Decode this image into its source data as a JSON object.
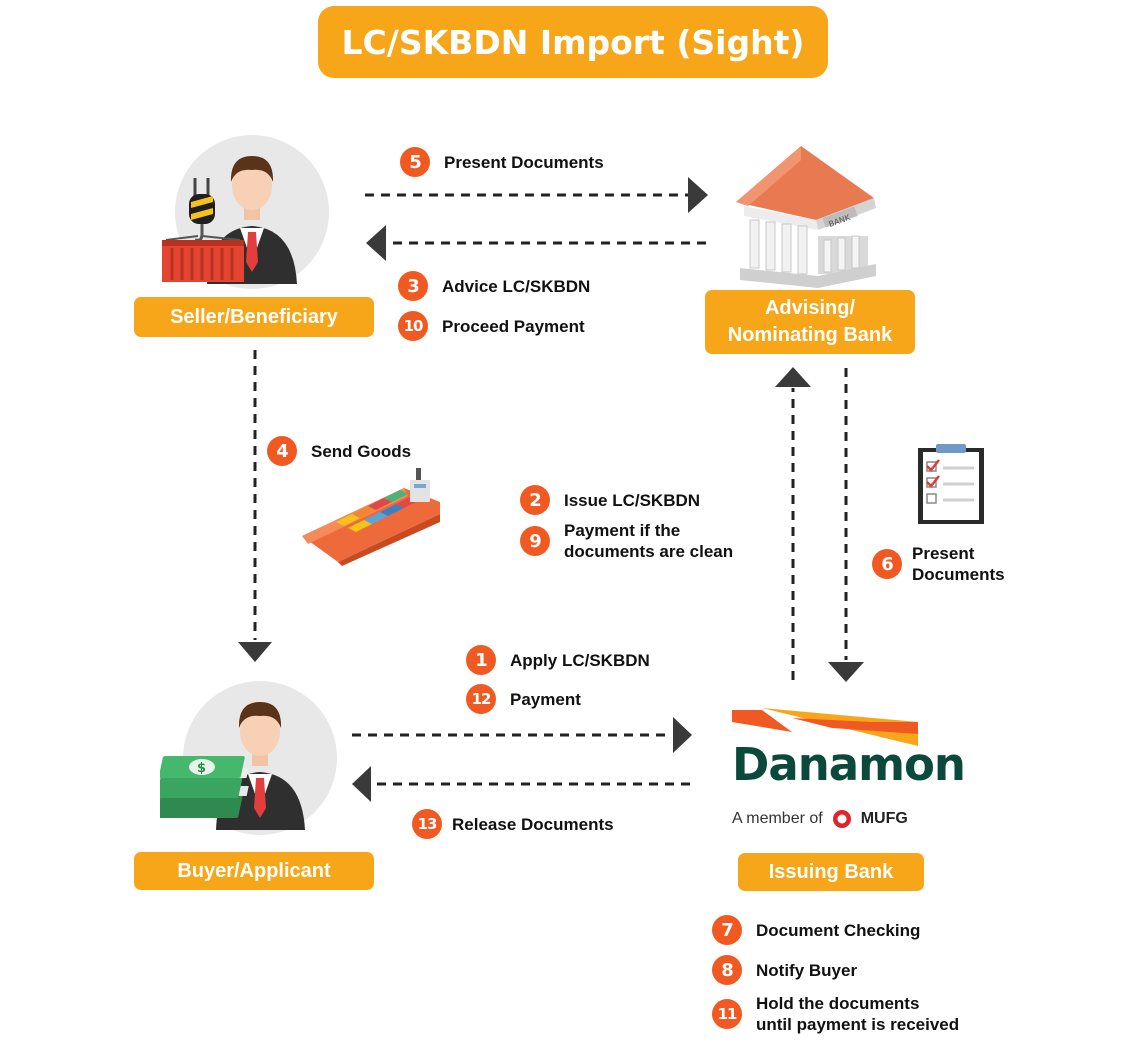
{
  "title": "LC/SKBDN Import (Sight)",
  "roles": {
    "seller": "Seller/Beneficiary",
    "advising_line1": "Advising/",
    "advising_line2": "Nominating Bank",
    "buyer": "Buyer/Applicant",
    "issuing": "Issuing Bank"
  },
  "steps": {
    "s1": {
      "num": "1",
      "label": "Apply LC/SKBDN"
    },
    "s2": {
      "num": "2",
      "label": "Issue LC/SKBDN"
    },
    "s3": {
      "num": "3",
      "label": "Advice LC/SKBDN"
    },
    "s4": {
      "num": "4",
      "label": "Send Goods"
    },
    "s5": {
      "num": "5",
      "label": "Present Documents"
    },
    "s6": {
      "num": "6",
      "line1": "Present",
      "line2": "Documents"
    },
    "s7": {
      "num": "7",
      "label": "Document Checking"
    },
    "s8": {
      "num": "8",
      "label": "Notify Buyer"
    },
    "s9": {
      "num": "9",
      "line1": "Payment if the",
      "line2": "documents are clean"
    },
    "s10": {
      "num": "10",
      "label": "Proceed Payment"
    },
    "s11": {
      "num": "11",
      "line1": "Hold the documents",
      "line2": "until payment is received"
    },
    "s12": {
      "num": "12",
      "label": "Payment"
    },
    "s13": {
      "num": "13",
      "label": "Release Documents"
    }
  },
  "logo": {
    "name": "Danamon",
    "member_text": "A member of",
    "group": "MUFG",
    "bank_sign": "BANK",
    "money_symbol": "$"
  },
  "icons": [
    "seller-avatar-icon",
    "crane-hook-icon",
    "shipping-container-icon",
    "bank-building-icon",
    "cargo-ship-icon",
    "checklist-clipboard-icon",
    "buyer-avatar-icon",
    "money-stack-icon"
  ],
  "colors": {
    "accent": "#f7a619",
    "step": "#f05a22",
    "danamon_green": "#0b4a3b",
    "arrow": "#3a3a3a"
  }
}
